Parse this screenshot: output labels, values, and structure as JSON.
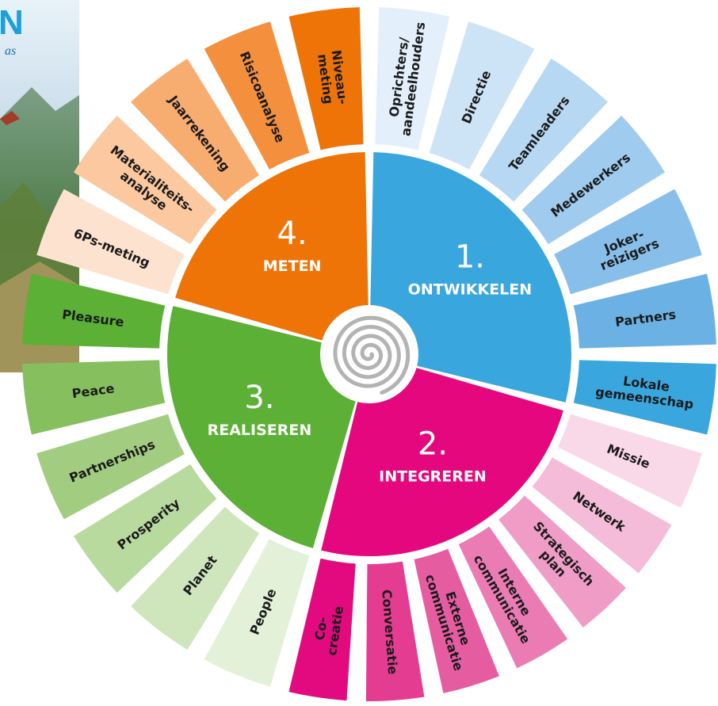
{
  "background": {
    "title": "N",
    "subtitle": "as"
  },
  "phases": [
    {
      "id": "ontwikkelen",
      "number": "1.",
      "name": "ONTWIKKELEN",
      "color": "#3aa6de",
      "start": 0,
      "end": 105,
      "segments": [
        {
          "lines": [
            "Oprichters/",
            "aandeelhouders"
          ],
          "color": "#e3f0fb"
        },
        {
          "lines": [
            "Directie"
          ],
          "color": "#cde4f7"
        },
        {
          "lines": [
            "Teamleaders"
          ],
          "color": "#b6d8f3"
        },
        {
          "lines": [
            "Medewerkers"
          ],
          "color": "#9fcbef"
        },
        {
          "lines": [
            "Joker-",
            "reizigers"
          ],
          "color": "#88bfea"
        },
        {
          "lines": [
            "Partners"
          ],
          "color": "#6cb1e4"
        },
        {
          "lines": [
            "Lokale",
            "gemeenschap"
          ],
          "color": "#3aa6de"
        }
      ]
    },
    {
      "id": "integreren",
      "number": "2.",
      "name": "INTEGREREN",
      "color": "#e5077d",
      "start": 105,
      "end": 195,
      "segments": [
        {
          "lines": [
            "Missie"
          ],
          "color": "#f9d8e8"
        },
        {
          "lines": [
            "Netwerk"
          ],
          "color": "#f4bcd8"
        },
        {
          "lines": [
            "Strategisch",
            "plan"
          ],
          "color": "#ef9dc6"
        },
        {
          "lines": [
            "Interne",
            "communicatie"
          ],
          "color": "#ea7cb3"
        },
        {
          "lines": [
            "Externe",
            "communicatie"
          ],
          "color": "#e65ca1"
        },
        {
          "lines": [
            "Conversatie"
          ],
          "color": "#e43c91"
        },
        {
          "lines": [
            "Co-",
            "creatie"
          ],
          "color": "#e20a7e"
        }
      ]
    },
    {
      "id": "realiseren",
      "number": "3.",
      "name": "REALISEREN",
      "color": "#5bb035",
      "start": 195,
      "end": 285,
      "segments": [
        {
          "lines": [
            "People"
          ],
          "color": "#e3f1d8"
        },
        {
          "lines": [
            "Planet"
          ],
          "color": "#cfe6bd"
        },
        {
          "lines": [
            "Prosperity"
          ],
          "color": "#b9da9f"
        },
        {
          "lines": [
            "Partnerships"
          ],
          "color": "#a2cd81"
        },
        {
          "lines": [
            "Peace"
          ],
          "color": "#86bf5d"
        },
        {
          "lines": [
            "Pleasure"
          ],
          "color": "#5bb035"
        }
      ]
    },
    {
      "id": "meten",
      "number": "4.",
      "name": "METEN",
      "color": "#ee7407",
      "start": 285,
      "end": 360,
      "segments": [
        {
          "lines": [
            "6Ps-meting"
          ],
          "color": "#fde2cf"
        },
        {
          "lines": [
            "Materialiteits-",
            "analyse"
          ],
          "color": "#fbc89f"
        },
        {
          "lines": [
            "Jaarrekening"
          ],
          "color": "#f8ad70"
        },
        {
          "lines": [
            "Risicoanalyse"
          ],
          "color": "#f48f3d"
        },
        {
          "lines": [
            "Niveau-",
            "meting"
          ],
          "color": "#ee7407"
        }
      ]
    }
  ]
}
